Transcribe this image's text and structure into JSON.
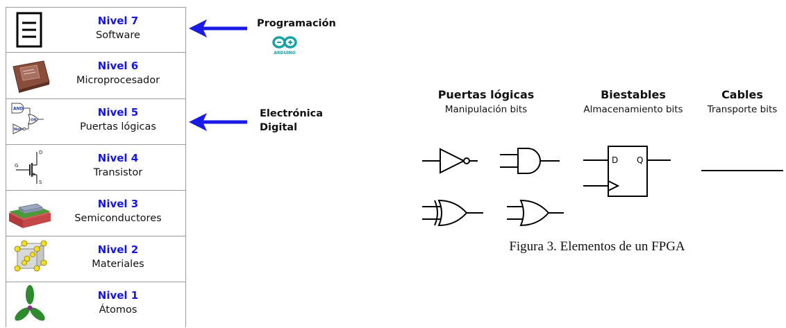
{
  "levels": [
    {
      "title": "Nivel 7",
      "subtitle": "Software",
      "icon": "document-list-icon"
    },
    {
      "title": "Nivel 6",
      "subtitle": "Microprocesador",
      "icon": "microprocessor-chip-icon"
    },
    {
      "title": "Nivel 5",
      "subtitle": "Puertas lógicas",
      "icon": "logic-gates-icon"
    },
    {
      "title": "Nivel 4",
      "subtitle": "Transistor",
      "icon": "transistor-icon"
    },
    {
      "title": "Nivel 3",
      "subtitle": "Semiconductores",
      "icon": "semiconductor-icon"
    },
    {
      "title": "Nivel 2",
      "subtitle": "Materiales",
      "icon": "crystal-lattice-icon"
    },
    {
      "title": "Nivel 1",
      "subtitle": "Átomos",
      "icon": "atom-orbitals-icon"
    }
  ],
  "annotations": {
    "programacion": "Programación",
    "arduino_logo_text": "ARDUINO",
    "electronica_line1": "Electrónica",
    "electronica_line2": "Digital"
  },
  "icon_labels": {
    "and": "AND",
    "or": "OR",
    "not": "Not",
    "transistor_g": "G",
    "transistor_d": "D",
    "transistor_s": "S",
    "ff_d": "D",
    "ff_q": "Q"
  },
  "fpga": {
    "columns": [
      {
        "title": "Puertas lógicas",
        "subtitle": "Manipulación bits"
      },
      {
        "title": "Biestables",
        "subtitle": "Almacenamiento bits"
      },
      {
        "title": "Cables",
        "subtitle": "Transporte bits"
      }
    ],
    "caption": "Figura 3. Elementos de un FPGA"
  },
  "colors": {
    "level_title": "#1515e6",
    "arrow": "#1a1ae6",
    "arduino": "#17a2a8",
    "border": "#9a9a9a"
  }
}
